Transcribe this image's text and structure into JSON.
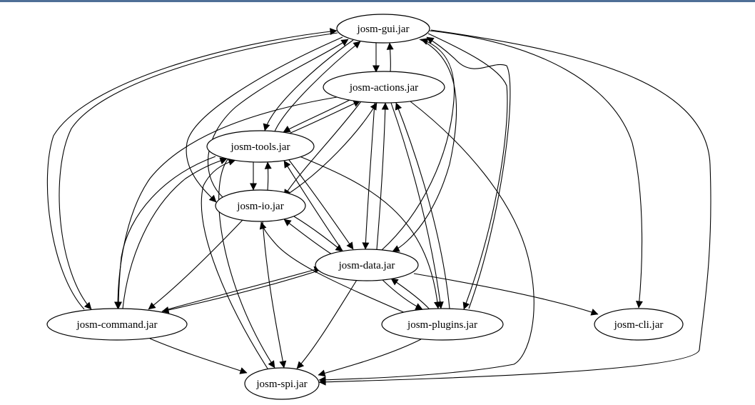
{
  "diagram": {
    "type": "directed-graph",
    "colors": {
      "stroke": "#000000",
      "fill": "#ffffff",
      "top_rule": "#4f6f96"
    },
    "nodes": [
      {
        "id": "gui",
        "label": "josm-gui.jar"
      },
      {
        "id": "actions",
        "label": "josm-actions.jar"
      },
      {
        "id": "tools",
        "label": "josm-tools.jar"
      },
      {
        "id": "io",
        "label": "josm-io.jar"
      },
      {
        "id": "data",
        "label": "josm-data.jar"
      },
      {
        "id": "command",
        "label": "josm-command.jar"
      },
      {
        "id": "plugins",
        "label": "josm-plugins.jar"
      },
      {
        "id": "cli",
        "label": "josm-cli.jar"
      },
      {
        "id": "spi",
        "label": "josm-spi.jar"
      }
    ],
    "edges": [
      {
        "from": "gui",
        "to": "actions"
      },
      {
        "from": "actions",
        "to": "gui"
      },
      {
        "from": "gui",
        "to": "tools"
      },
      {
        "from": "tools",
        "to": "gui"
      },
      {
        "from": "gui",
        "to": "io"
      },
      {
        "from": "io",
        "to": "gui"
      },
      {
        "from": "gui",
        "to": "data"
      },
      {
        "from": "data",
        "to": "gui"
      },
      {
        "from": "gui",
        "to": "command"
      },
      {
        "from": "command",
        "to": "gui"
      },
      {
        "from": "gui",
        "to": "plugins"
      },
      {
        "from": "plugins",
        "to": "gui"
      },
      {
        "from": "gui",
        "to": "cli"
      },
      {
        "from": "gui",
        "to": "spi"
      },
      {
        "from": "actions",
        "to": "tools"
      },
      {
        "from": "tools",
        "to": "actions"
      },
      {
        "from": "actions",
        "to": "io"
      },
      {
        "from": "io",
        "to": "actions"
      },
      {
        "from": "actions",
        "to": "data"
      },
      {
        "from": "data",
        "to": "actions"
      },
      {
        "from": "actions",
        "to": "command"
      },
      {
        "from": "actions",
        "to": "plugins"
      },
      {
        "from": "plugins",
        "to": "actions"
      },
      {
        "from": "actions",
        "to": "spi"
      },
      {
        "from": "tools",
        "to": "io"
      },
      {
        "from": "io",
        "to": "tools"
      },
      {
        "from": "tools",
        "to": "data"
      },
      {
        "from": "data",
        "to": "tools"
      },
      {
        "from": "tools",
        "to": "command"
      },
      {
        "from": "command",
        "to": "tools"
      },
      {
        "from": "tools",
        "to": "plugins"
      },
      {
        "from": "tools",
        "to": "spi"
      },
      {
        "from": "spi",
        "to": "tools"
      },
      {
        "from": "io",
        "to": "data"
      },
      {
        "from": "data",
        "to": "io"
      },
      {
        "from": "io",
        "to": "command"
      },
      {
        "from": "io",
        "to": "spi"
      },
      {
        "from": "plugins",
        "to": "io"
      },
      {
        "from": "data",
        "to": "command"
      },
      {
        "from": "command",
        "to": "data"
      },
      {
        "from": "data",
        "to": "plugins"
      },
      {
        "from": "plugins",
        "to": "data"
      },
      {
        "from": "data",
        "to": "cli"
      },
      {
        "from": "data",
        "to": "spi"
      },
      {
        "from": "command",
        "to": "spi"
      },
      {
        "from": "plugins",
        "to": "spi"
      }
    ]
  }
}
